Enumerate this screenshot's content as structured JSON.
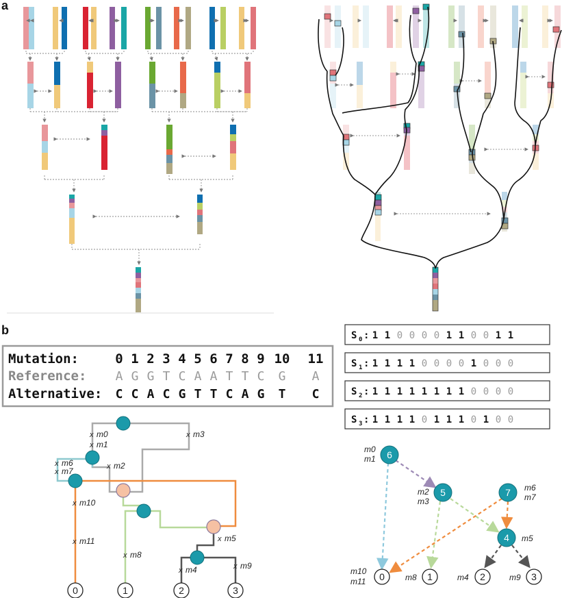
{
  "panel_a_label": "a",
  "panel_b_label": "b",
  "mutation_table": {
    "row_labels": [
      "Mutation:",
      "Reference:",
      "Alternative:"
    ],
    "mutations": [
      "0",
      "1",
      "2",
      "3",
      "4",
      "5",
      "6",
      "7",
      "8",
      "9",
      "10",
      "11"
    ],
    "reference": [
      "A",
      "G",
      "G",
      "T",
      "C",
      "A",
      "A",
      "T",
      "T",
      "C",
      "G",
      "A"
    ],
    "alternative": [
      "C",
      "C",
      "A",
      "C",
      "G",
      "T",
      "T",
      "C",
      "A",
      "G",
      "T",
      "C"
    ]
  },
  "sequences": [
    {
      "name": "S",
      "sub": "0",
      "bits": [
        1,
        1,
        0,
        0,
        0,
        0,
        1,
        1,
        0,
        0,
        1,
        1
      ]
    },
    {
      "name": "S",
      "sub": "1",
      "bits": [
        1,
        1,
        1,
        1,
        0,
        0,
        0,
        0,
        1,
        0,
        0,
        0
      ]
    },
    {
      "name": "S",
      "sub": "2",
      "bits": [
        1,
        1,
        1,
        1,
        1,
        1,
        1,
        1,
        0,
        0,
        0,
        0
      ]
    },
    {
      "name": "S",
      "sub": "3",
      "bits": [
        1,
        1,
        1,
        1,
        0,
        1,
        1,
        1,
        0,
        1,
        0,
        0
      ]
    }
  ],
  "tree_labels": {
    "leaves": [
      "0",
      "1",
      "2",
      "3"
    ],
    "mutations": [
      "m0",
      "m1",
      "m3",
      "m6",
      "m7",
      "m2",
      "m10",
      "m11",
      "m8",
      "m5",
      "m4",
      "m9"
    ]
  },
  "graph_labels": {
    "nodes": [
      "6",
      "5",
      "7",
      "4",
      "0",
      "1",
      "2",
      "3"
    ],
    "mutations": [
      "m0",
      "m1",
      "m2",
      "m3",
      "m6",
      "m7",
      "m5",
      "m10",
      "m11",
      "m8",
      "m4",
      "m9"
    ]
  },
  "colors": {
    "pink": "#e8979b",
    "lightblue": "#a7d5e6",
    "yellow": "#f0c97a",
    "darkblue": "#0f6fb0",
    "red": "#d92332",
    "purple": "#8e5fa0",
    "teal": "#1aa6a6",
    "green": "#6aa832",
    "slate": "#6b93a6",
    "orange": "#e8694a",
    "khaki": "#b0a883",
    "lime": "#b9cf63",
    "rose": "#e0747a",
    "node": "#1b9aaa",
    "peach": "#f6c1a3",
    "tree_orange": "#ef8c3e",
    "tree_green": "#b8d99a",
    "tree_cyan": "#8ec9cf",
    "tree_gray": "#aaaaaa",
    "tree_dark": "#555555"
  }
}
